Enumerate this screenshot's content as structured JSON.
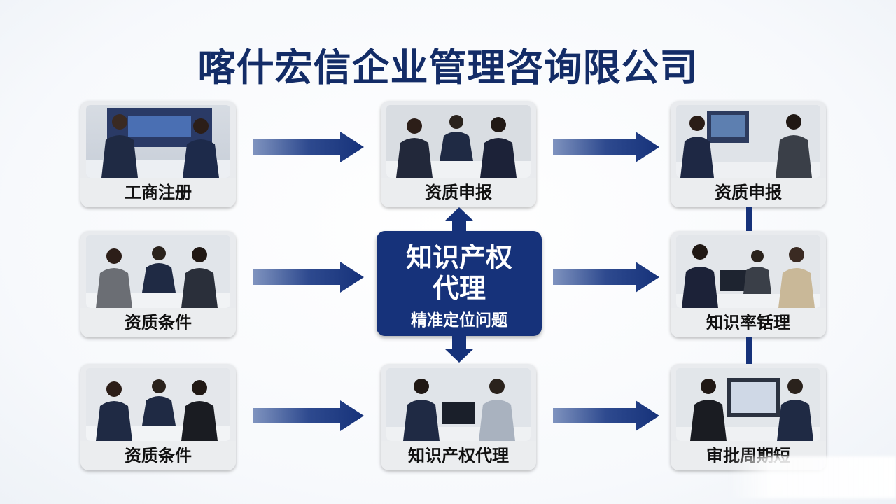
{
  "title": "喀什宏信企业管理咨询限公司",
  "center": {
    "line1": "知识产权",
    "line2": "代理",
    "subtitle": "精准定位问题"
  },
  "cards": {
    "row1_left": "工商注册",
    "row1_mid": "资质申报",
    "row1_right": "资质申报",
    "row2_left": "资质条件",
    "row2_right": "知识率铦理",
    "row3_left": "资质条件",
    "row3_mid": "知识产权代理",
    "row3_right": "审批周期短"
  },
  "colors": {
    "primary": "#16327a",
    "title": "#132c67",
    "card_bg": "#e9ebee"
  }
}
